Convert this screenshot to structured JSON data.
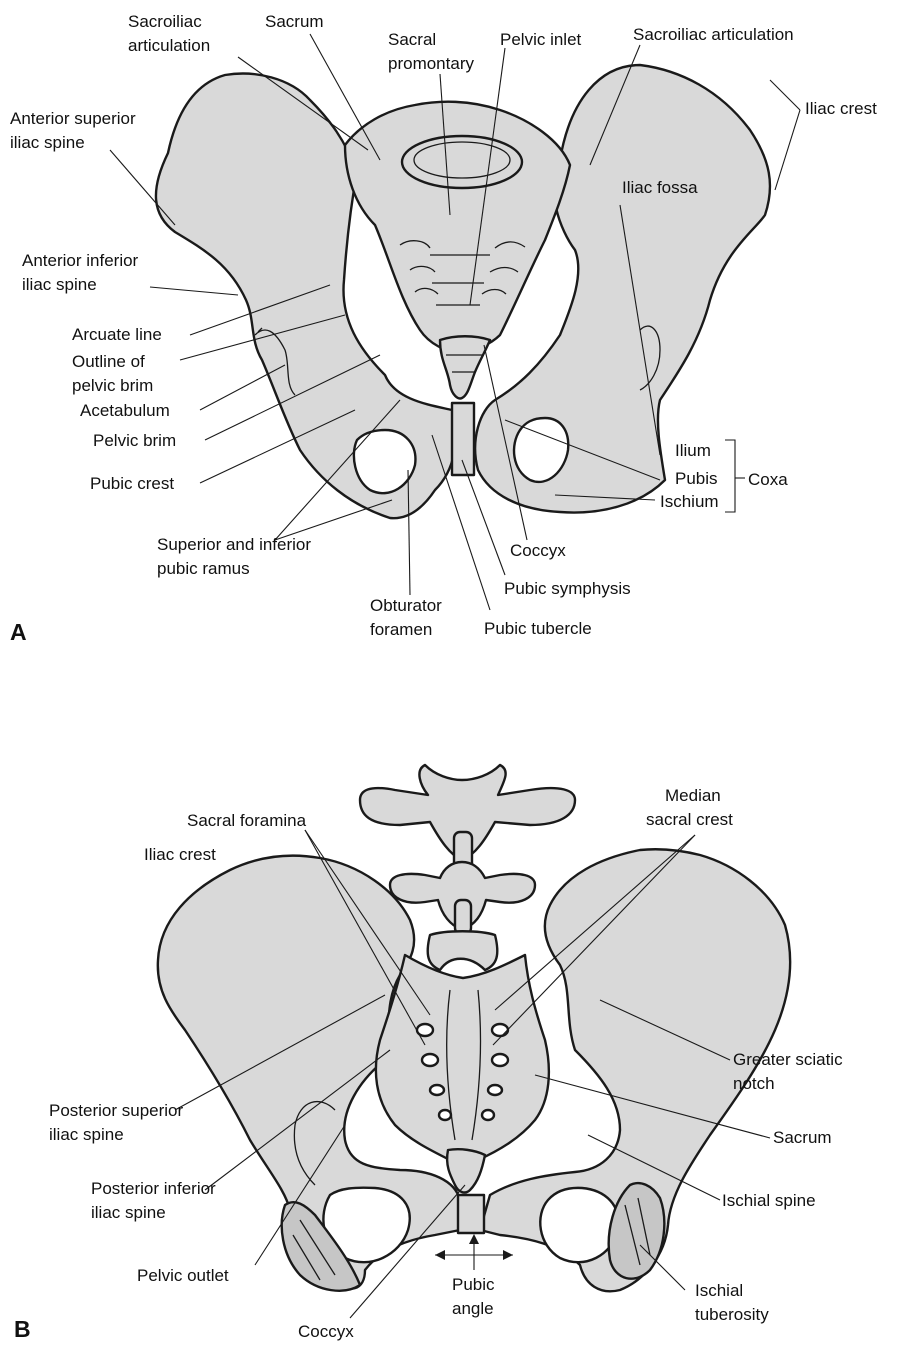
{
  "colors": {
    "bone_fill": "#d9d9d9",
    "line": "#1a1a1a",
    "background": "#ffffff"
  },
  "panel_a": {
    "panel_label": "A",
    "labels": {
      "sacroiliac_articulation_left_1": "Sacroiliac",
      "sacroiliac_articulation_left_2": "articulation",
      "sacrum": "Sacrum",
      "sacral_promontory_1": "Sacral",
      "sacral_promontory_2": "promontary",
      "pelvic_inlet": "Pelvic inlet",
      "sacroiliac_articulation_right": "Sacroiliac articulation",
      "iliac_crest": "Iliac crest",
      "anterior_superior_iliac_spine_1": "Anterior superior",
      "anterior_superior_iliac_spine_2": "iliac spine",
      "iliac_fossa": "Iliac fossa",
      "anterior_inferior_iliac_spine_1": "Anterior inferior",
      "anterior_inferior_iliac_spine_2": "iliac spine",
      "arcuate_line": "Arcuate line",
      "outline_pelvic_brim_1": "Outline of",
      "outline_pelvic_brim_2": "pelvic brim",
      "acetabulum": "Acetabulum",
      "pelvic_brim": "Pelvic brim",
      "pubic_crest": "Pubic crest",
      "ilium": "Ilium",
      "pubis": "Pubis",
      "ischium": "Ischium",
      "coxa": "Coxa",
      "superior_inferior_pubic_ramus_1": "Superior and inferior",
      "superior_inferior_pubic_ramus_2": "pubic ramus",
      "coccyx": "Coccyx",
      "pubic_symphysis": "Pubic symphysis",
      "obturator_foramen_1": "Obturator",
      "obturator_foramen_2": "foramen",
      "pubic_tubercle": "Pubic tubercle"
    }
  },
  "panel_b": {
    "panel_label": "B",
    "labels": {
      "median_sacral_crest_1": "Median",
      "median_sacral_crest_2": "sacral crest",
      "sacral_foramina": "Sacral foramina",
      "iliac_crest": "Iliac crest",
      "greater_sciatic_notch_1": "Greater sciatic",
      "greater_sciatic_notch_2": "notch",
      "posterior_superior_iliac_spine_1": "Posterior superior",
      "posterior_superior_iliac_spine_2": "iliac spine",
      "sacrum": "Sacrum",
      "posterior_inferior_iliac_spine_1": "Posterior inferior",
      "posterior_inferior_iliac_spine_2": "iliac spine",
      "ischial_spine": "Ischial spine",
      "pelvic_outlet": "Pelvic outlet",
      "pubic_angle_1": "Pubic",
      "pubic_angle_2": "angle",
      "ischial_tuberosity_1": "Ischial",
      "ischial_tuberosity_2": "tuberosity",
      "coccyx": "Coccyx"
    }
  }
}
